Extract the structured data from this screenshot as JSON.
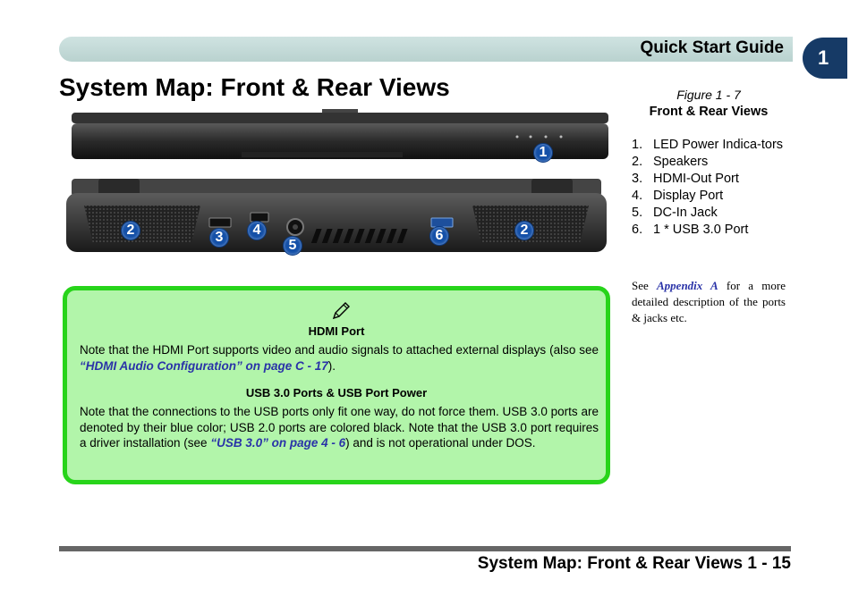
{
  "header": {
    "title": "Quick Start Guide",
    "chapter": "1"
  },
  "page_title": "System Map: Front & Rear Views",
  "figure": {
    "label": "Figure 1 - 7",
    "title": "Front & Rear Views",
    "items": [
      {
        "num": "1.",
        "text": "LED Power Indica-tors"
      },
      {
        "num": "2.",
        "text": "Speakers"
      },
      {
        "num": "3.",
        "text": "HDMI-Out Port"
      },
      {
        "num": "4.",
        "text": "Display Port"
      },
      {
        "num": "5.",
        "text": "DC-In Jack"
      },
      {
        "num": "6.",
        "text": "1 * USB 3.0 Port"
      }
    ],
    "callouts": {
      "c1": "1",
      "c2": "2",
      "c3": "3",
      "c4": "4",
      "c5": "5",
      "c6": "6"
    },
    "see": {
      "before": "See",
      "link": "Appendix A",
      "after": "for a more detailed description of the ports & jacks etc."
    }
  },
  "note": {
    "hdmi_heading": "HDMI Port",
    "hdmi_text_before": "Note that the HDMI Port supports video and audio signals to attached external displays (also see ",
    "hdmi_link": "“HDMI Audio Configuration” on page C - 17",
    "hdmi_text_after": ").",
    "usb_heading": "USB 3.0 Ports & USB Port Power",
    "usb_text_before": "Note that the connections to the USB ports only fit one way, do not force them. USB 3.0 ports are denoted by their blue color; USB 2.0 ports are colored black. Note that the USB 3.0 port requires a driver installation (see ",
    "usb_link": "“USB 3.0” on page 4 - 6",
    "usb_text_after": ") and is not operational under DOS."
  },
  "footer": {
    "text": "System Map: Front & Rear Views 1 - 15"
  },
  "colors": {
    "note_bg": "#b2f5aa",
    "note_border": "#27d41a",
    "link": "#2a33a8",
    "callout": "#1450a8"
  }
}
